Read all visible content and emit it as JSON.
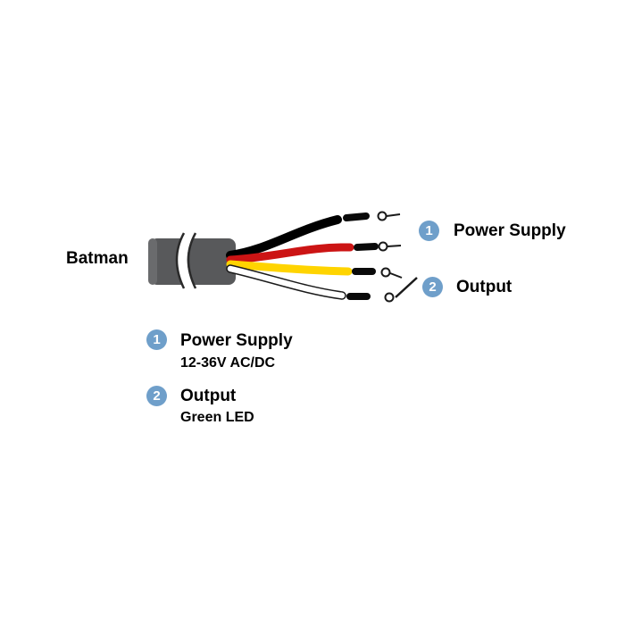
{
  "diagram": {
    "cable_label": "Batman",
    "callouts": [
      {
        "num": "1",
        "label": "Power Supply"
      },
      {
        "num": "2",
        "label": "Output"
      }
    ],
    "legend": [
      {
        "num": "1",
        "title": "Power Supply",
        "subtitle": "12-36V AC/DC"
      },
      {
        "num": "2",
        "title": "Output",
        "subtitle": "Green LED"
      }
    ],
    "wires": [
      {
        "name": "black-wire",
        "color": "#000000"
      },
      {
        "name": "red-wire",
        "color": "#cc1414"
      },
      {
        "name": "yellow-wire",
        "color": "#ffd400"
      },
      {
        "name": "white-wire",
        "color": "#ffffff"
      }
    ],
    "colors": {
      "badge_blue": "#6f9fca",
      "cable_gray": "#58595b",
      "tip_black": "#0a0a0a"
    }
  }
}
